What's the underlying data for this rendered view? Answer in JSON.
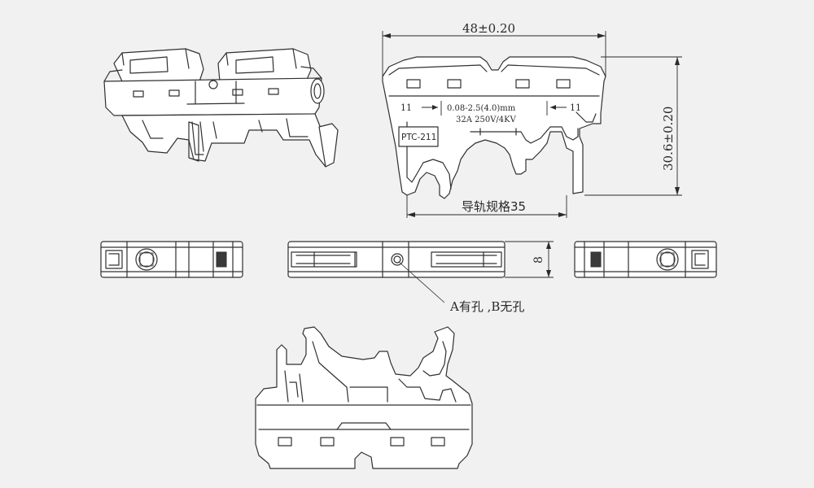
{
  "dimensions": {
    "width_label": "48±0.20",
    "height_label": "30.6±0.20",
    "rail_label": "导轨规格35",
    "thickness_label": "8",
    "strip_left": "11",
    "strip_right": "11"
  },
  "front_view": {
    "wire_range": "0.08-2.5(4.0)mm",
    "rating": "32A 250V/4KV",
    "model": "PTC-211"
  },
  "top_view": {
    "hole_note": "A有孔 ,B无孔"
  }
}
